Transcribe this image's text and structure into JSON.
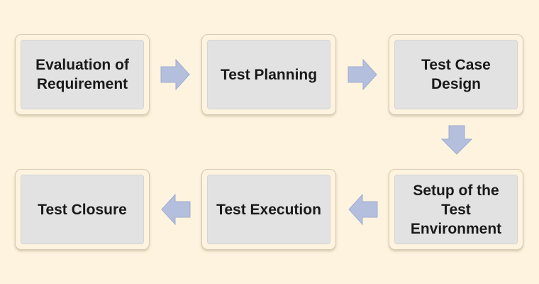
{
  "diagram": {
    "steps": [
      {
        "id": "evaluation",
        "label": "Evaluation of\nRequirement"
      },
      {
        "id": "planning",
        "label": "Test Planning"
      },
      {
        "id": "case-design",
        "label": "Test Case\nDesign"
      },
      {
        "id": "environment",
        "label": "Setup of the\nTest\nEnvironment"
      },
      {
        "id": "execution",
        "label": "Test Execution"
      },
      {
        "id": "closure",
        "label": "Test Closure"
      }
    ],
    "flow": [
      "evaluation",
      "planning",
      "case-design",
      "environment",
      "execution",
      "closure"
    ],
    "colors": {
      "background": "#fdf3de",
      "box_fill": "#e2e2e2",
      "box_frame": "#fdf3de",
      "arrow_fill": "#b3bfdd",
      "arrow_stroke": "#9fadd1",
      "text": "#1a1a1a"
    }
  }
}
